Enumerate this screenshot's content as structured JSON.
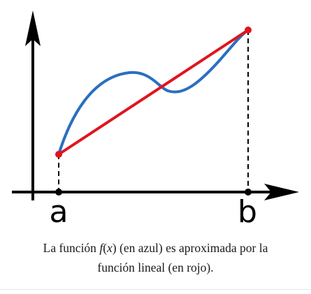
{
  "labels": {
    "a": "a",
    "b": "b"
  },
  "caption": {
    "line1_pre": "La función ",
    "fn_name": "f",
    "fn_open": "(",
    "fn_var": "x",
    "fn_close": ")",
    "line1_post": " (en azul) es aproximada por la",
    "line2": "función lineal (en rojo)."
  },
  "colors": {
    "axis": "#000000",
    "curve": "#2a6fc0",
    "line": "#e0141e",
    "point_red": "#e0141e",
    "point_black": "#000000"
  }
}
